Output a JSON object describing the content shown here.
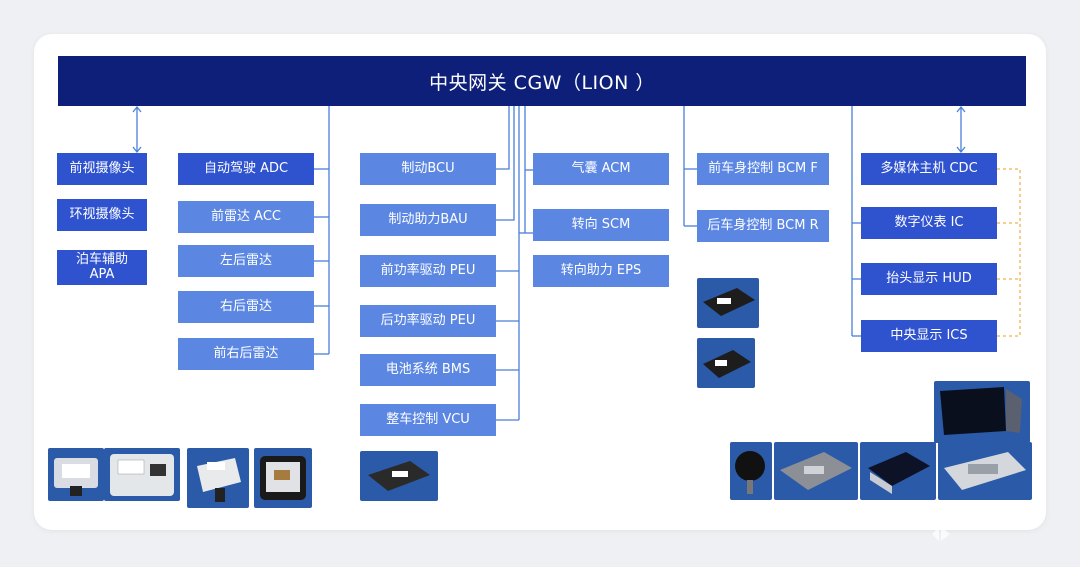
{
  "gateway": {
    "label": "中央网关 CGW（LION ）"
  },
  "camera_group": [
    "前视摄像头",
    "环视摄像头",
    "泊车辅助\nAPA"
  ],
  "adas_group": [
    "自动驾驶 ADC",
    "前雷达 ACC",
    "左后雷达",
    "右后雷达",
    "前右后雷达"
  ],
  "chassis_group": [
    "制动BCU",
    "制动助力BAU",
    "前功率驱动 PEU",
    "后功率驱动 PEU",
    "电池系统 BMS",
    "整车控制 VCU"
  ],
  "safety_group": [
    "气囊 ACM",
    "转向 SCM",
    "转向助力 EPS"
  ],
  "body_group": [
    "前车身控制 BCM F",
    "后车身控制 BCM R"
  ],
  "infotainment_group": [
    "多媒体主机 CDC",
    "数字仪表 IC",
    "抬头显示 HUD",
    "中央显示 ICS"
  ],
  "colors": {
    "gateway": "#0d1f78",
    "box_dark": "#2f52cf",
    "box_light": "#5b87e3",
    "line": "#4a7fd8",
    "dashed": "#f0b24a"
  },
  "icons": [
    "camera-module-photo",
    "radar-module-photo",
    "ecu-photo",
    "display-photo",
    "brand-logo-icon"
  ]
}
